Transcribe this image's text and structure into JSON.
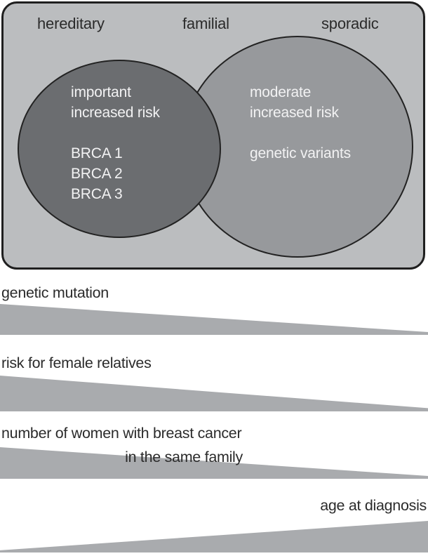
{
  "colors": {
    "panel_bg": "#bbbdbf",
    "panel_outline": "#1f1f1f",
    "hereditary_circle_fill": "#6b6d70",
    "sporadic_circle_fill": "#97999c",
    "circle_outline": "#222222",
    "wedge_fill": "#a9abae",
    "label_text": "#2b2b2b",
    "circle_text": "#f2f2f3"
  },
  "venn_panel": {
    "region_labels": [
      "hereditary",
      "familial",
      "sporadic"
    ],
    "hereditary_circle": {
      "risk_line1": "important",
      "risk_line2": "increased risk",
      "genes": [
        "BRCA 1",
        "BRCA 2",
        "BRCA 3"
      ]
    },
    "sporadic_circle": {
      "risk_line1": "moderate",
      "risk_line2": "increased risk",
      "variants_label": "genetic variants"
    }
  },
  "gradient_bars": [
    {
      "label": "genetic mutation",
      "direction": "decreasing-left-to-right"
    },
    {
      "label": "risk for female relatives",
      "direction": "decreasing-left-to-right"
    },
    {
      "label": "number of women with breast cancer",
      "label_line2": "in the same family",
      "direction": "decreasing-left-to-right"
    },
    {
      "label": "age at diagnosis",
      "direction": "increasing-left-to-right"
    }
  ]
}
